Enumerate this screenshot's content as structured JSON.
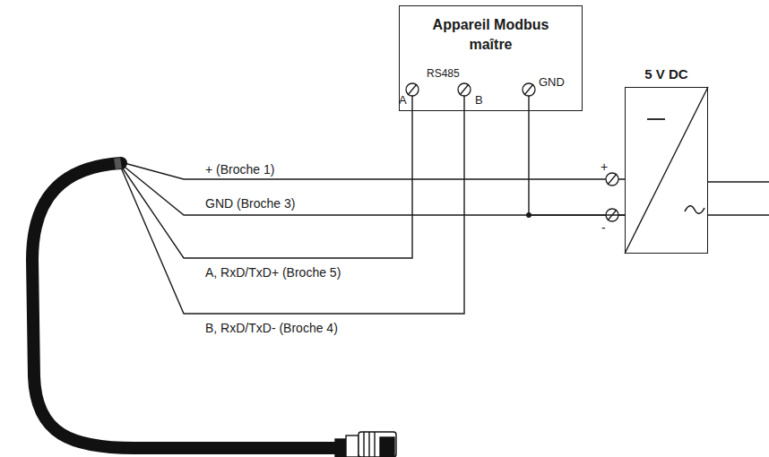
{
  "diagram": {
    "nodes": [
      {
        "text": [
          "Appareil Modbus maître",
          "RS485"
        ]
      },
      {
        "text": [
          "5 V DC"
        ]
      }
    ],
    "edges": [
      {
        "from": 0,
        "to": 1,
        "arrow": "none"
      }
    ],
    "labels": [
      "+ (Broche 1)",
      "GND (Broche 3)",
      "A, RxD/TxD+ (Broche 5)",
      "B, RxD/TxD- (Broche 4)",
      "A",
      "B",
      "GND",
      "+",
      "-"
    ]
  }
}
